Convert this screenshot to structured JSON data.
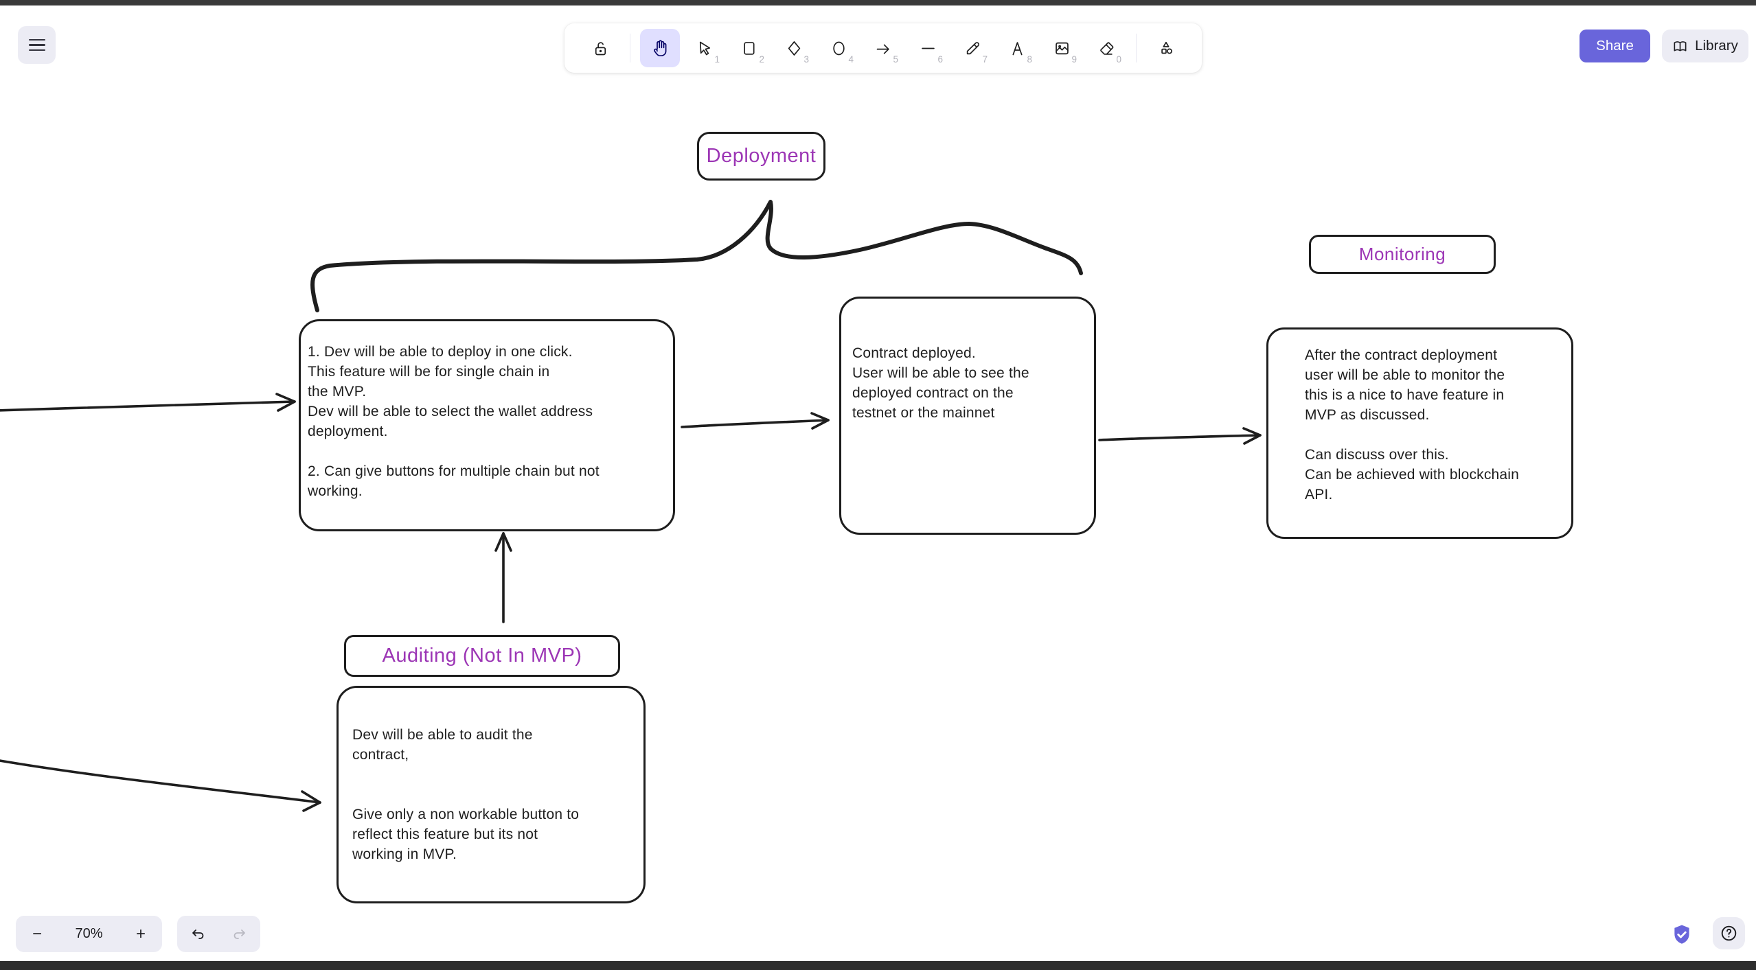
{
  "colors": {
    "accent": "#6965db",
    "selected_tool_bg": "#e0dfff",
    "selected_tool_icon": "#030064",
    "canvas_stroke": "#1e1e1e",
    "label_text": "#9c36b5",
    "soft_button_bg": "#ececf4"
  },
  "header": {
    "share_label": "Share",
    "library_label": "Library",
    "icons": [
      "hamburger-icon",
      "book-icon"
    ]
  },
  "toolbar": {
    "selected_tool": "hand",
    "tools": [
      {
        "name": "lock",
        "shortcut": ""
      },
      {
        "name": "hand",
        "shortcut": ""
      },
      {
        "name": "selection",
        "shortcut": "1"
      },
      {
        "name": "rectangle",
        "shortcut": "2"
      },
      {
        "name": "diamond",
        "shortcut": "3"
      },
      {
        "name": "ellipse",
        "shortcut": "4"
      },
      {
        "name": "arrow",
        "shortcut": "5"
      },
      {
        "name": "line",
        "shortcut": "6"
      },
      {
        "name": "draw",
        "shortcut": "7"
      },
      {
        "name": "text",
        "shortcut": "8"
      },
      {
        "name": "image",
        "shortcut": "9"
      },
      {
        "name": "eraser",
        "shortcut": "0"
      },
      {
        "name": "more-shapes",
        "shortcut": ""
      }
    ]
  },
  "canvas": {
    "labels": [
      {
        "text": "Deployment"
      },
      {
        "text": "Monitoring"
      },
      {
        "text": "Auditing (Not In MVP)"
      }
    ],
    "notes": [
      {
        "text": "1. Dev will be able to deploy in one click.\nThis feature will be for single chain in\nthe MVP.\nDev will be able to select the wallet address\ndeployment.\n\n2. Can give buttons for multiple chain but not\nworking."
      },
      {
        "text": "Contract deployed.\nUser will be able to see the\ndeployed contract on the\ntestnet or the mainnet"
      },
      {
        "text": "After the contract deployment\nuser will be able to monitor the\nthis is a nice to have feature in\nMVP as discussed.\n\nCan discuss over this.\nCan be achieved with blockchain\nAPI."
      },
      {
        "text": "Dev will be able to audit the\ncontract,\n\n\nGive only a non workable button to\n reflect this feature but its not\n working in MVP."
      }
    ],
    "connectors": [
      "arrow-into-deploy-note",
      "arrow-deploy-to-contract",
      "arrow-contract-to-monitor",
      "arrow-audit-to-deploy",
      "arrow-into-audit-note",
      "freehand-brace-from-deployment"
    ]
  },
  "footer": {
    "zoom_out_label": "−",
    "zoom_level": "70%",
    "zoom_in_label": "+",
    "icons": [
      "undo-icon",
      "redo-icon",
      "shield-check-icon",
      "help-icon"
    ]
  }
}
